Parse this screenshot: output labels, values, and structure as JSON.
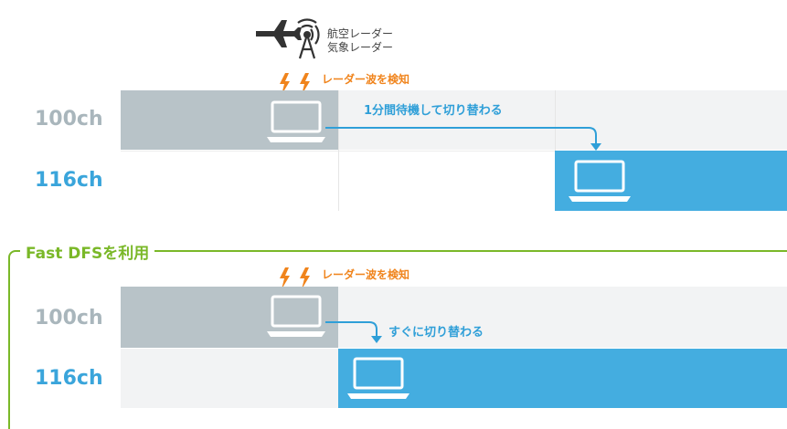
{
  "radar": {
    "line1": "航空レーダー",
    "line2": "気象レーダー",
    "icon": "plane-radar-tower-icon"
  },
  "top_section": {
    "radar_detect_label": "レーダー波を検知",
    "switch_label": "1分間待機して切り替わる",
    "rows": [
      {
        "channel": "100ch"
      },
      {
        "channel": "116ch"
      }
    ]
  },
  "bottom_section": {
    "title": "Fast DFSを利用",
    "radar_detect_label": "レーダー波を検知",
    "switch_label": "すぐに切り替わる",
    "rows": [
      {
        "channel": "100ch"
      },
      {
        "channel": "116ch"
      }
    ]
  },
  "colors": {
    "grey_fill": "#b8c3c8",
    "blue_fill": "#44ade0",
    "grey_band": "#f2f3f4",
    "accent_orange": "#f0841c",
    "accent_green": "#7ab828",
    "label_blue": "#3aa5db",
    "label_grey": "#a9b6bc"
  }
}
